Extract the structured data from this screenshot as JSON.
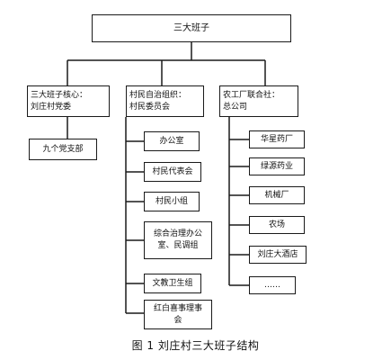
{
  "diagram": {
    "root": "三大班子",
    "branches": [
      {
        "label": "三大班子核心：\n刘庄村党委",
        "children": [
          "九个党支部"
        ]
      },
      {
        "label": "村民自治组织：\n村民委员会",
        "children": [
          "办公室",
          "村民代表会",
          "村民小组",
          "综合治理办公\n室、民调组",
          "文教卫生组",
          "红白喜事理事\n会"
        ]
      },
      {
        "label": "农工厂联合社：\n总公司",
        "children": [
          "华星药厂",
          "绿源药业",
          "机械厂",
          "农场",
          "刘庄大酒店",
          "……"
        ]
      }
    ]
  },
  "caption": "图 1   刘庄村三大班子结构"
}
